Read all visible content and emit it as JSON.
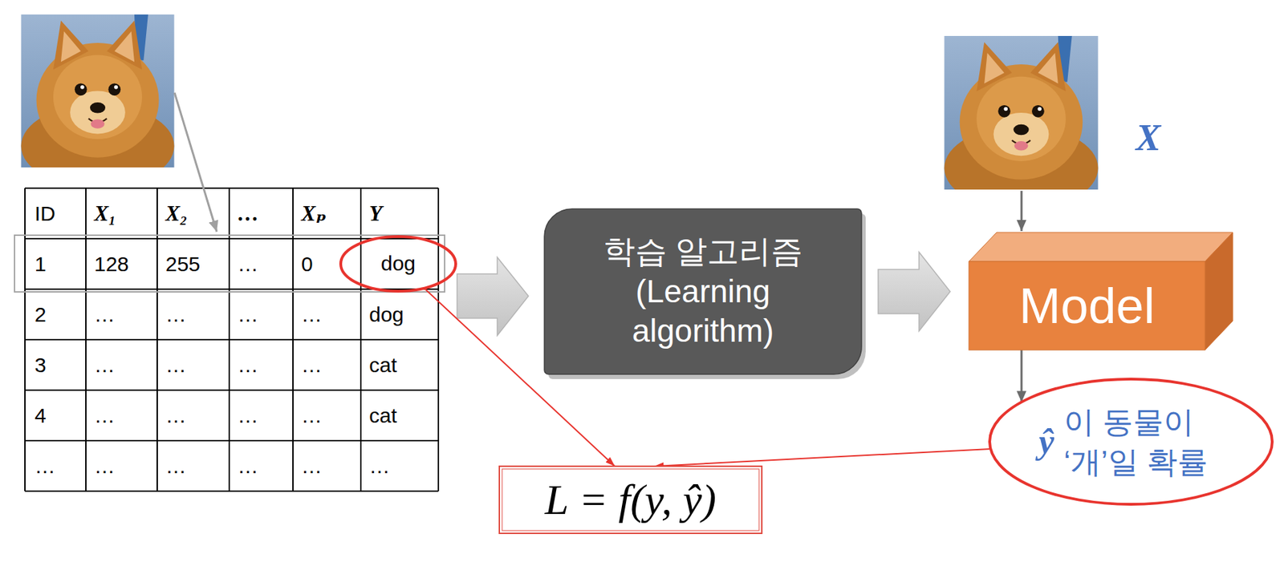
{
  "diagram": {
    "nodes": [
      {
        "text": [
          "dog"
        ]
      },
      {
        "text": [
          "학습 알고리즘 (Learning algorithm)"
        ]
      },
      {
        "text": [
          "Model"
        ]
      },
      {
        "text": [
          "ŷ",
          "이 동물이 ‘개’일 확률"
        ]
      },
      {
        "text": [
          "L = f(y, ŷ)"
        ]
      }
    ],
    "edges": [
      {
        "from": 1,
        "to": 2,
        "arrow": "to"
      },
      {
        "from": 2,
        "to": 3,
        "arrow": "to"
      },
      {
        "from": 0,
        "to": 4,
        "arrow": "to"
      },
      {
        "from": 3,
        "to": 4,
        "arrow": "to"
      }
    ],
    "labels": [
      "ID",
      "X₁",
      "X₂",
      "…",
      "Xₚ",
      "Y",
      "1",
      "128",
      "255",
      "…",
      "0",
      "2",
      "…",
      "…",
      "…",
      "…",
      "dog",
      "3",
      "…",
      "…",
      "…",
      "…",
      "cat",
      "4",
      "…",
      "…",
      "…",
      "…",
      "cat",
      "…",
      "…",
      "…",
      "…",
      "…",
      "…",
      "X"
    ]
  }
}
